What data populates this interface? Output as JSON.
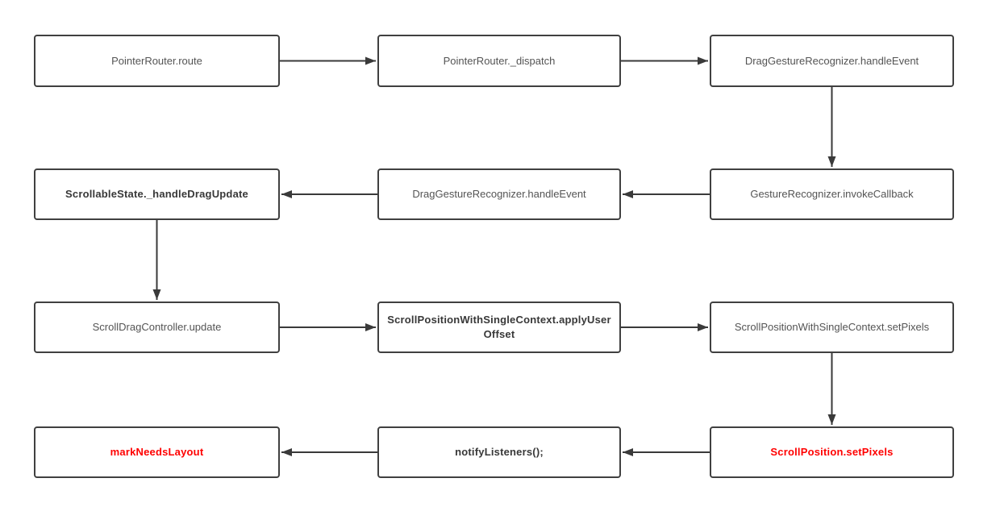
{
  "diagram": {
    "title": "Flutter scroll gesture call-chain flowchart",
    "colors": {
      "background": "#ffffff",
      "node_border": "#404040",
      "arrow": "#3a3a3a",
      "text_normal": "#545454",
      "text_bold": "#383838",
      "text_highlight": "#ff0000"
    },
    "nodes": [
      {
        "id": "pointer-router-route",
        "label": "PointerRouter.route",
        "emphasis": "normal"
      },
      {
        "id": "pointer-router-dispatch",
        "label": "PointerRouter._dispatch",
        "emphasis": "normal"
      },
      {
        "id": "drag-gesture-recognizer-handle-event",
        "label": "DragGestureRecognizer.handleEvent",
        "emphasis": "normal"
      },
      {
        "id": "scrollable-state-handle-drag-update",
        "label": "ScrollableState._handleDragUpdate",
        "emphasis": "bold"
      },
      {
        "id": "drag-gesture-recognizer-handle-event-2",
        "label": "DragGestureRecognizer.handleEvent",
        "emphasis": "normal"
      },
      {
        "id": "gesture-recognizer-invoke-callback",
        "label": "GestureRecognizer.invokeCallback",
        "emphasis": "normal"
      },
      {
        "id": "scroll-drag-controller-update",
        "label": "ScrollDragController.update",
        "emphasis": "normal"
      },
      {
        "id": "scroll-position-with-single-context-apply-user-offset",
        "label": "ScrollPositionWithSingleContext.applyUserOffset",
        "emphasis": "bold"
      },
      {
        "id": "scroll-position-with-single-context-set-pixels",
        "label": "ScrollPositionWithSingleContext.setPixels",
        "emphasis": "normal"
      },
      {
        "id": "mark-needs-layout",
        "label": "markNeedsLayout",
        "emphasis": "bold-red"
      },
      {
        "id": "notify-listeners",
        "label": "notifyListeners();",
        "emphasis": "bold"
      },
      {
        "id": "scroll-position-set-pixels",
        "label": "ScrollPosition.setPixels",
        "emphasis": "bold-red"
      }
    ],
    "edges": [
      {
        "from": "pointer-router-route",
        "to": "pointer-router-dispatch"
      },
      {
        "from": "pointer-router-dispatch",
        "to": "drag-gesture-recognizer-handle-event"
      },
      {
        "from": "drag-gesture-recognizer-handle-event",
        "to": "gesture-recognizer-invoke-callback"
      },
      {
        "from": "gesture-recognizer-invoke-callback",
        "to": "drag-gesture-recognizer-handle-event-2"
      },
      {
        "from": "drag-gesture-recognizer-handle-event-2",
        "to": "scrollable-state-handle-drag-update"
      },
      {
        "from": "scrollable-state-handle-drag-update",
        "to": "scroll-drag-controller-update"
      },
      {
        "from": "scroll-drag-controller-update",
        "to": "scroll-position-with-single-context-apply-user-offset"
      },
      {
        "from": "scroll-position-with-single-context-apply-user-offset",
        "to": "scroll-position-with-single-context-set-pixels"
      },
      {
        "from": "scroll-position-with-single-context-set-pixels",
        "to": "scroll-position-set-pixels"
      },
      {
        "from": "scroll-position-set-pixels",
        "to": "notify-listeners"
      },
      {
        "from": "notify-listeners",
        "to": "mark-needs-layout"
      }
    ]
  }
}
